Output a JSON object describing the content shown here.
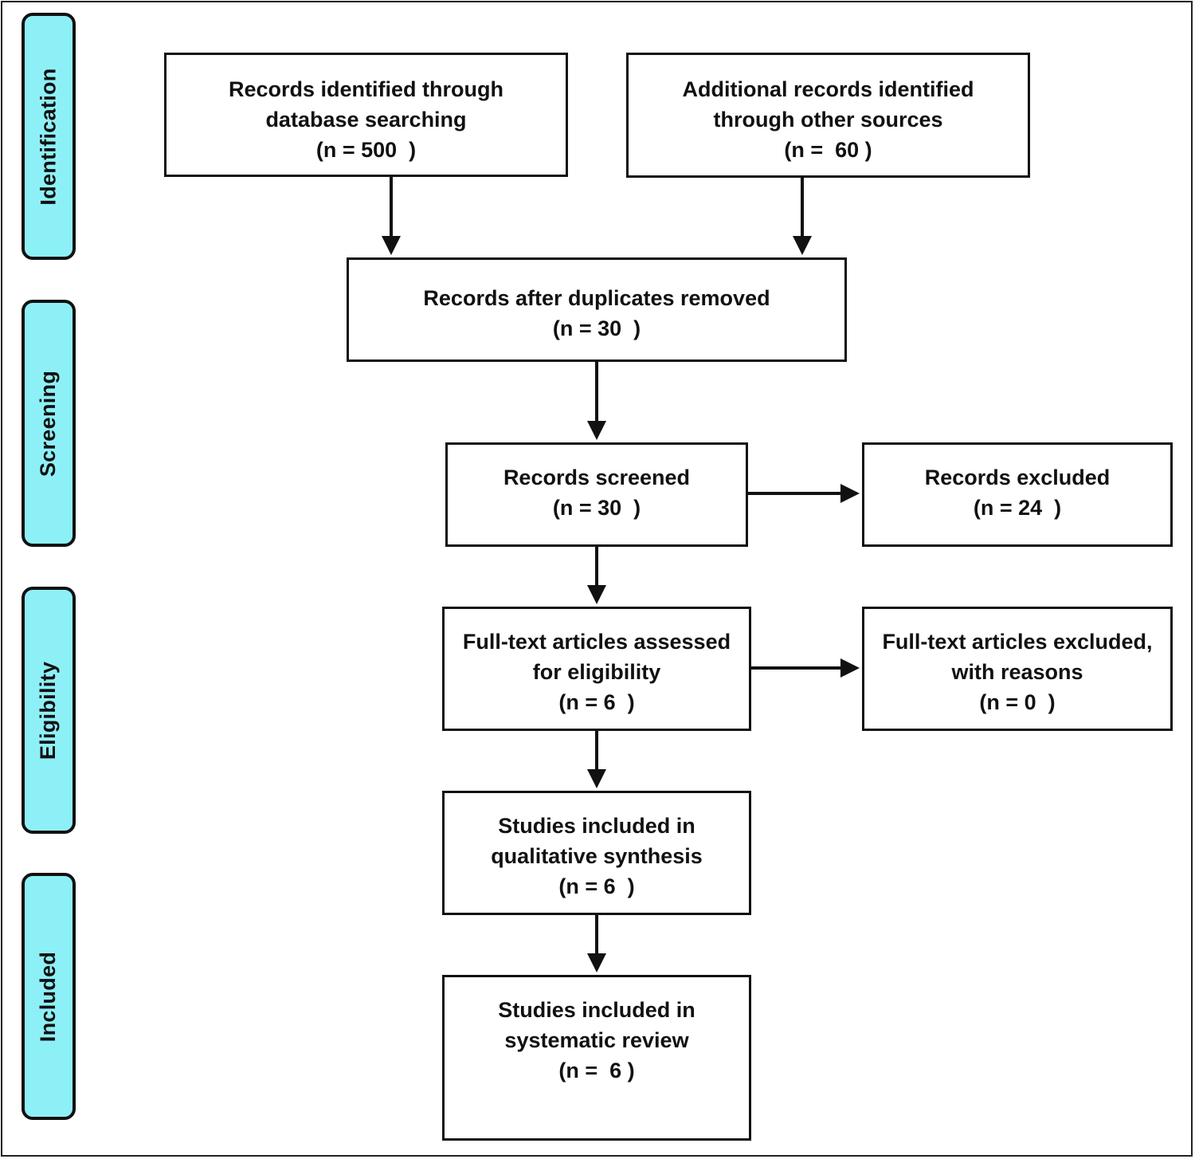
{
  "stage_colors": {
    "fill": "#8ef0f7",
    "border": "#111111"
  },
  "stages": [
    {
      "id": "identification",
      "label": "Identification"
    },
    {
      "id": "screening",
      "label": "Screening"
    },
    {
      "id": "eligibility",
      "label": "Eligibility"
    },
    {
      "id": "included",
      "label": "Included"
    }
  ],
  "boxes": {
    "database_records": {
      "line1": "Records identified through",
      "line2": "database searching",
      "count": "(n = 500  )"
    },
    "other_records": {
      "line1": "Additional records identified",
      "line2": "through other sources",
      "count": "(n =  60 )"
    },
    "after_duplicates": {
      "line1": "Records after duplicates removed",
      "count": "(n = 30  )"
    },
    "screened": {
      "line1": "Records screened",
      "count": "(n = 30  )"
    },
    "excluded": {
      "line1": "Records excluded",
      "count": "(n = 24  )"
    },
    "fulltext_assessed": {
      "line1": "Full-text articles assessed",
      "line2": "for eligibility",
      "count": "(n = 6  )"
    },
    "fulltext_excluded": {
      "line1": "Full-text articles excluded,",
      "line2": "with reasons",
      "count": "(n = 0  )"
    },
    "qualitative": {
      "line1": "Studies included in",
      "line2": "qualitative synthesis",
      "count": "(n = 6  )"
    },
    "systematic": {
      "line1": "Studies included in",
      "line2": "systematic review",
      "count": "(n =  6 )"
    }
  }
}
